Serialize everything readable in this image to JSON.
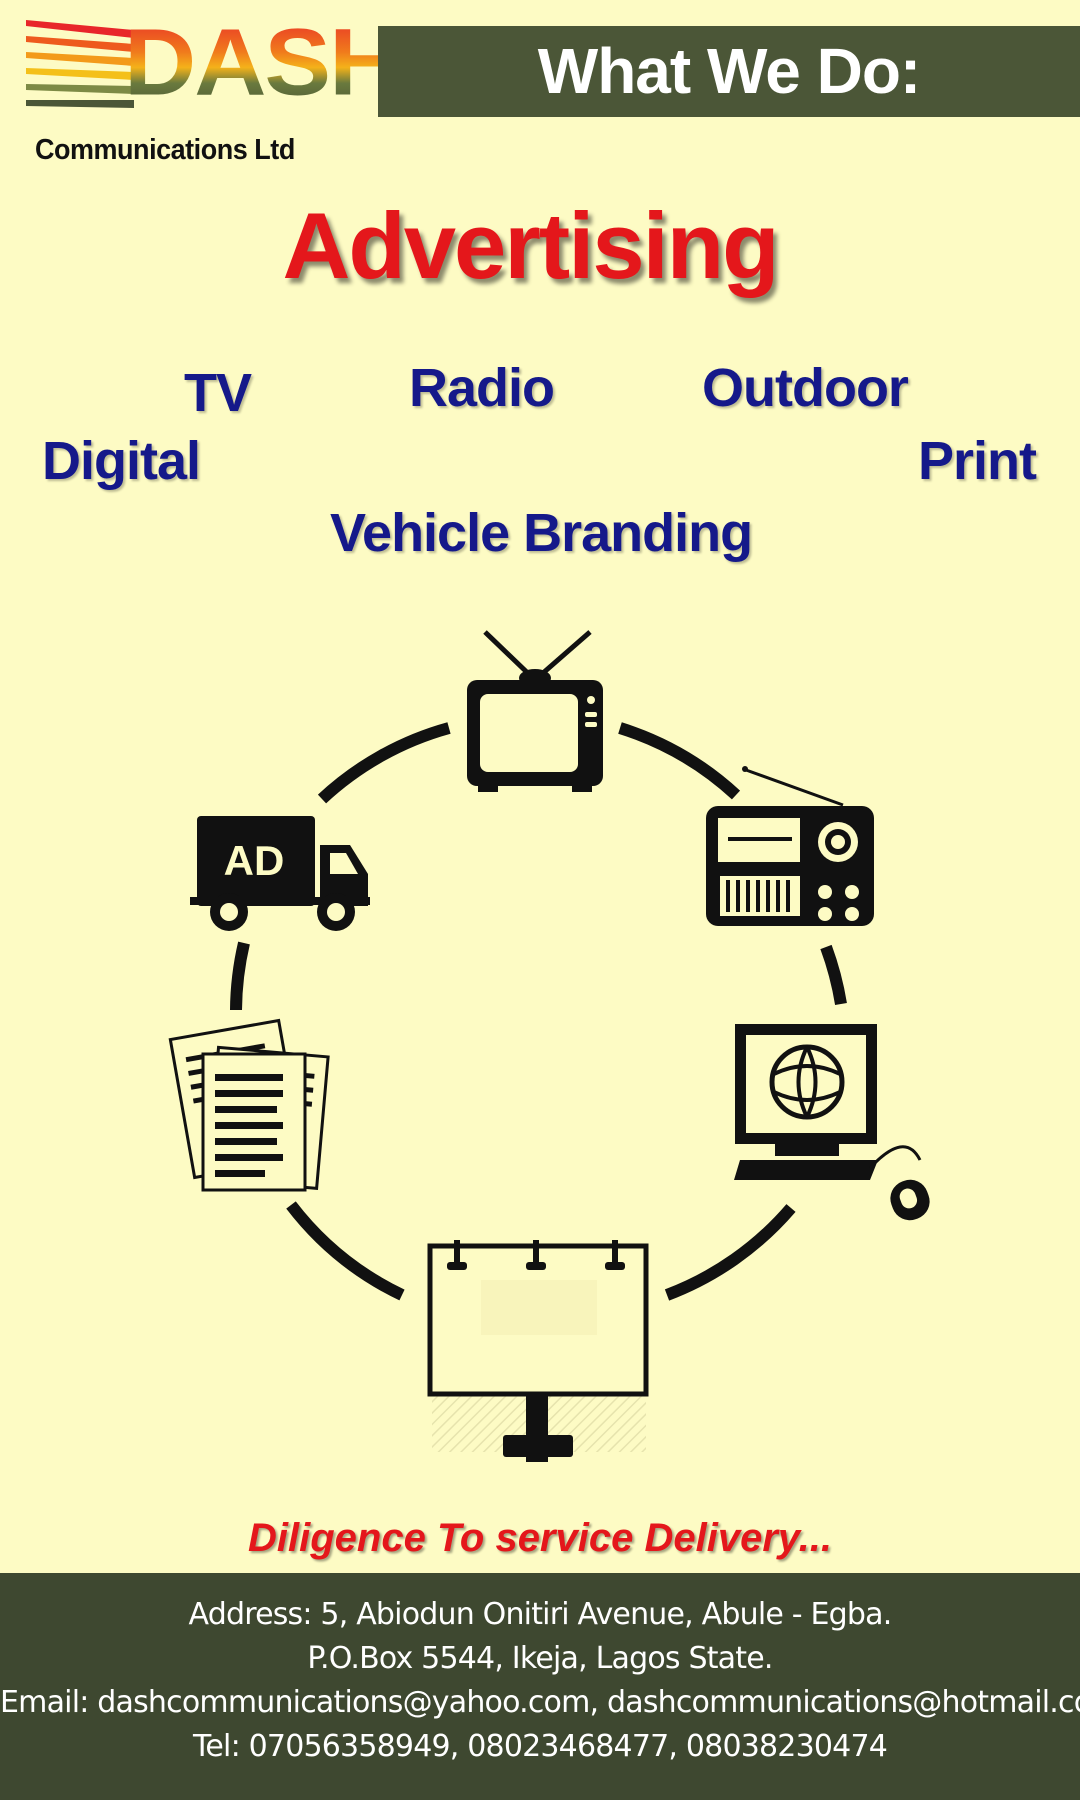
{
  "brand": {
    "name": "DASH",
    "subtitle": "Communications Ltd"
  },
  "header": {
    "title": "What We Do:"
  },
  "headline": "Advertising",
  "services": [
    "TV",
    "Radio",
    "Outdoor",
    "Digital",
    "Print",
    "Vehicle Branding"
  ],
  "diagram": {
    "truck_label": "AD",
    "icons": [
      "tv-icon",
      "radio-icon",
      "computer-icon",
      "billboard-icon",
      "documents-icon",
      "truck-icon"
    ]
  },
  "tagline": "Diligence To service Delivery...",
  "footer": {
    "address": "Address: 5, Abiodun Onitiri Avenue, Abule - Egba.",
    "pobox": "P.O.Box 5544, Ikeja, Lagos State.",
    "email": "Email: dashcommunications@yahoo.com, dashcommunications@hotmail.com",
    "tel": "Tel: 07056358949, 08023468477, 08038230474"
  },
  "colors": {
    "background": "#fdfbc4",
    "band": "#4b5637",
    "footer": "#3e4830",
    "headline_red": "#e4171b",
    "service_blue": "#15198a"
  }
}
